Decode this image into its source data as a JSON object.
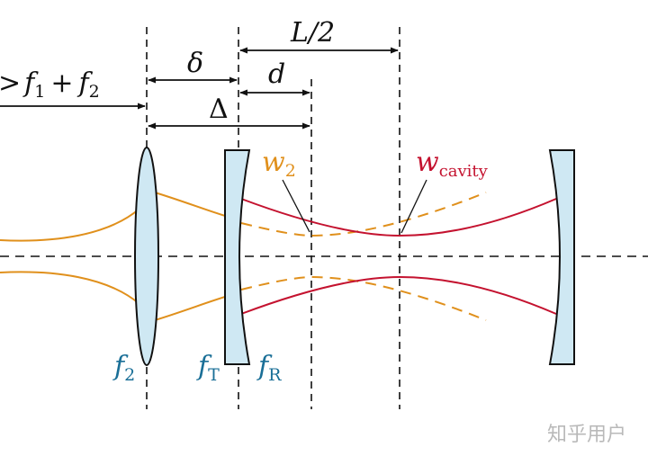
{
  "colors": {
    "ink": "#111111",
    "optic_fill": "#cfe8f3",
    "optic_stroke": "#111111",
    "orange_beam": "#e0901c",
    "red_beam": "#c4122f",
    "optic_label": "#1a6f97",
    "watermark": "#b9b9b9"
  },
  "labels": {
    "focal_sum": {
      "f1": "f",
      "f1_sub": "1",
      "plus": "+",
      "f2": "f",
      "f2_sub": "2"
    },
    "delta": "δ",
    "d": "d",
    "Delta": "Δ",
    "half_length": "L/2",
    "w2": {
      "main": "w",
      "sub": "2"
    },
    "w_cavity": {
      "main": "w",
      "sub": "cavity"
    },
    "lens_f2": {
      "main": "f",
      "sub": "2"
    },
    "mirror_fT": {
      "main": "f",
      "sub": "T"
    },
    "mirror_fR": {
      "main": "f",
      "sub": "R"
    }
  },
  "watermark": "知乎用户"
}
